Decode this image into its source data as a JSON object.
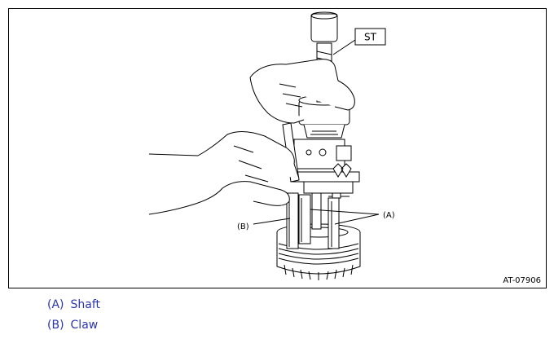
{
  "figure": {
    "code": "AT-07906",
    "callouts": {
      "tool": "ST",
      "shaft": "(A)",
      "claw": "(B)"
    }
  },
  "legend": {
    "items": [
      {
        "code": "(A)",
        "label": "Shaft"
      },
      {
        "code": "(B)",
        "label": "Claw"
      }
    ]
  },
  "colors": {
    "line": "#000000",
    "legend_text": "#2a35b0"
  }
}
